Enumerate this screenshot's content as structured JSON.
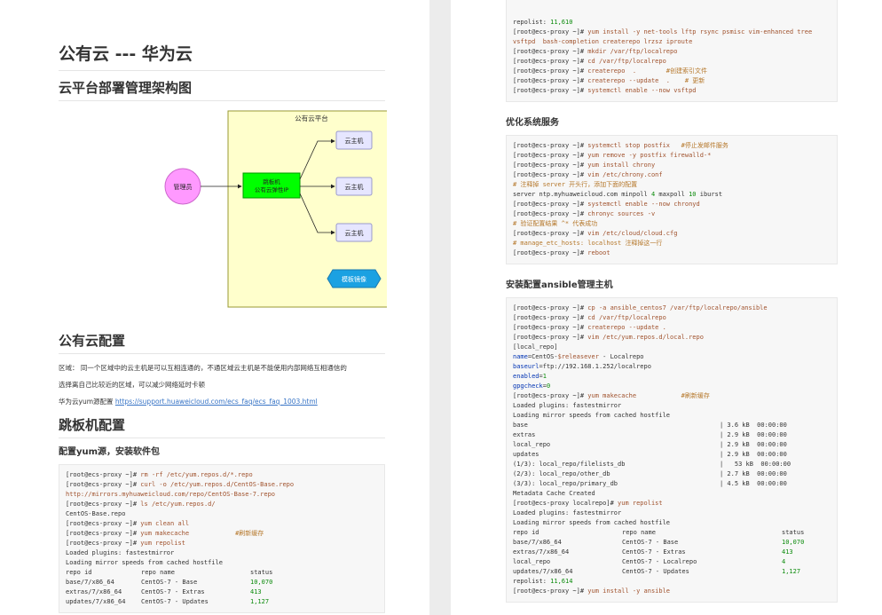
{
  "left": {
    "title": "公有云 --- 华为云",
    "section1": "云平台部署管理架构图",
    "diagram": {
      "container_label": "公有云平台",
      "admin": "管理员",
      "jump_line1": "跳板机",
      "jump_line2": "公有云弹性IP",
      "host1": "云主机",
      "host2": "云主机",
      "host3": "云主机",
      "template": "模板镜像",
      "colors": {
        "container": "#ffffcc",
        "admin": "#ff99ff",
        "jump": "#00ff00",
        "host": "#e6e6ff",
        "template": "#1ba1e2"
      }
    },
    "section2": "公有云配置",
    "para1": "区域： 同一个区域中的云主机是可以互相连通的，不通区域云主机是不能使用内部网络互相通信的",
    "para2": "选择离自己比较近的区域，可以减少网络延时卡顿",
    "para3_prefix": "华为云yum源配置 ",
    "para3_link": "https://support.huaweicloud.com/ecs_faq/ecs_faq_1003.html",
    "section3": "跳板机配置",
    "sub1": "配置yum源，安装软件包",
    "code1": {
      "l1p": "[root@ecs-proxy ~]# ",
      "l1c": "rm -rf /etc/yum.repos.d/*.repo",
      "l2p": "[root@ecs-proxy ~]# ",
      "l2c": "curl -o /etc/yum.repos.d/CentOS-Base.repo",
      "l3": "http://mirrors.myhuaweicloud.com/repo/CentOS-Base-7.repo",
      "l4p": "[root@ecs-proxy ~]# ",
      "l4c": "ls /etc/yum.repos.d/",
      "l5": "CentOS-Base.repo",
      "l6p": "[root@ecs-proxy ~]# ",
      "l6c": "yum clean all",
      "l7p": "[root@ecs-proxy ~]# ",
      "l7c": "yum makecache",
      "l7m": "#刷新缓存",
      "l8p": "[root@ecs-proxy ~]# ",
      "l8c": "yum repolist",
      "l9": "Loaded plugins: fastestmirror",
      "l10": "Loading mirror speeds from cached hostfile",
      "t_h1": "repo id",
      "t_h2": "repo name",
      "t_h3": "status",
      "t1a": "base/7/x86_64",
      "t1b": "CentOS-7 - Base",
      "t1c": "10,070",
      "t2a": "extras/7/x86_64",
      "t2b": "CentOS-7 - Extras",
      "t2c": "413",
      "t3a": "updates/7/x86_64",
      "t3b": "CentOS-7 - Updates",
      "t3c": "1,127"
    }
  },
  "right": {
    "code0": {
      "l1a": "repolist: ",
      "l1b": "11,610",
      "l2p": "[root@ecs-proxy ~]# ",
      "l2c": "yum install -y net-tools lftp rsync psmisc vim-enhanced tree",
      "l3": "vsftpd  bash-completion createrepo lrzsz iproute",
      "l4p": "[root@ecs-proxy ~]# ",
      "l4c": "mkdir /var/ftp/localrepo",
      "l5p": "[root@ecs-proxy ~]# ",
      "l5c": "cd /var/ftp/localrepo",
      "l6p": "[root@ecs-proxy ~]# ",
      "l6c": "createrepo  .",
      "l6m": "        #创建索引文件",
      "l7p": "[root@ecs-proxy ~]# ",
      "l7c": "createrepo --update  .",
      "l7m": "    # 更新",
      "l8p": "[root@ecs-proxy ~]# ",
      "l8c": "systemctl enable --now vsftpd"
    },
    "sub2": "优化系统服务",
    "code2": {
      "l1p": "[root@ecs-proxy ~]# ",
      "l1c": "systemctl stop postfix",
      "l1m": "   #停止发邮件服务",
      "l2p": "[root@ecs-proxy ~]# ",
      "l2c": "yum remove -y postfix firewalld-*",
      "l3p": "[root@ecs-proxy ~]# ",
      "l3c": "yum install chrony",
      "l4p": "[root@ecs-proxy ~]# ",
      "l4c": "vim /etc/chrony.conf",
      "l5": "# 注释掉 server 开头行，添加下面的配置",
      "l6a": "server ntp.myhuaweicloud.com minpoll ",
      "l6b": "4",
      "l6c": " maxpoll ",
      "l6d": "10",
      "l6e": " iburst",
      "l7p": "[root@ecs-proxy ~]# ",
      "l7c": "systemctl enable --now chronyd",
      "l8p": "[root@ecs-proxy ~]# ",
      "l8c": "chronyc sources -v",
      "l9": "# 验证配置结果 ^* 代表成功",
      "l10p": "[root@ecs-proxy ~]# ",
      "l10c": "vim /etc/cloud/cloud.cfg",
      "l11a": "# manage_etc_hosts: localhost ",
      "l11b": "注释掉这一行",
      "l12p": "[root@ecs-proxy ~]# ",
      "l12c": "reboot"
    },
    "sub3": "安装配置ansible管理主机",
    "code3": {
      "l1p": "[root@ecs-proxy ~]# ",
      "l1c": "cp -a ansible_centos7 /var/ftp/localrepo/ansible",
      "l2p": "[root@ecs-proxy ~]# ",
      "l2c": "cd /var/ftp/localrepo",
      "l3p": "[root@ecs-proxy ~]# ",
      "l3c": "createrepo --update .",
      "l4p": "[root@ecs-proxy ~]# ",
      "l4c": "vim /etc/yum.repos.d/local.repo",
      "l5": "[local_repo]",
      "l6a": "name",
      "l6b": "=CentOS-",
      "l6c": "$releasever",
      "l6d": " - Localrepo",
      "l7a": "baseurl",
      "l7b": "=ftp://192.168.1.252/localrepo",
      "l8a": "enabled",
      "l8b": "=",
      "l8c": "1",
      "l9a": "gpgcheck",
      "l9b": "=",
      "l9c": "0",
      "l10p": "[root@ecs-proxy ~]# ",
      "l10c": "yum makecache",
      "l10m": "            #刷新缓存",
      "l11": "Loaded plugins: fastestmirror",
      "l12": "Loading mirror speeds from cached hostfile",
      "m1a": "base",
      "m1b": "| 3.6 kB  00:00:00",
      "m2a": "extras",
      "m2b": "| 2.9 kB  00:00:00",
      "m3a": "local_repo",
      "m3b": "| 2.9 kB  00:00:00",
      "m4a": "updates",
      "m4b": "| 2.9 kB  00:00:00",
      "m5a": "(1/3): local_repo/filelists_db",
      "m5b": "|   53 kB  00:00:00",
      "m6a": "(2/3): local_repo/other_db",
      "m6b": "| 2.7 kB  00:00:00",
      "m7a": "(3/3): local_repo/primary_db",
      "m7b": "| 4.5 kB  00:00:00",
      "l13": "Metadata Cache Created",
      "l14p": "[root@ecs-proxy localrepo]# ",
      "l14c": "yum repolist",
      "l15": "Loaded plugins: fastestmirror",
      "l16": "Loading mirror speeds from cached hostfile",
      "t_h1": "repo id",
      "t_h2": "repo name",
      "t_h3": "status",
      "t1a": "base/7/x86_64",
      "t1b": "CentOS-7 - Base",
      "t1c": "10,070",
      "t2a": "extras/7/x86_64",
      "t2b": "CentOS-7 - Extras",
      "t2c": "413",
      "t3a": "local_repo",
      "t3b": "CentOS-7 - Localrepo",
      "t3c": "4",
      "t4a": "updates/7/x86_64",
      "t4b": "CentOS-7 - Updates",
      "t4c": "1,127",
      "l17a": "repolist: ",
      "l17b": "11,614",
      "l18p": "[root@ecs-proxy ~]# ",
      "l18c": "yum install -y ansible"
    }
  }
}
